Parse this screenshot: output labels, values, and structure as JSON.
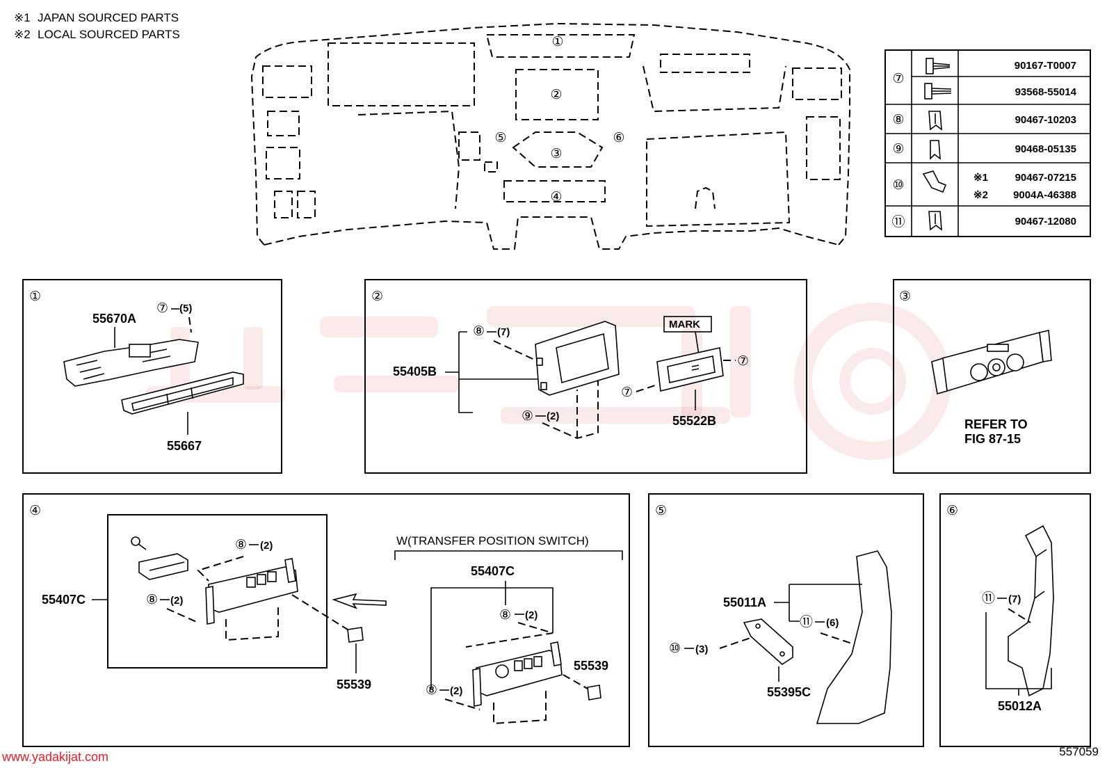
{
  "legend": [
    {
      "mark": "※1",
      "text": "JAPAN SOURCED PARTS"
    },
    {
      "mark": "※2",
      "text": "LOCAL SOURCED PARTS"
    }
  ],
  "overview_callouts": [
    "①",
    "②",
    "③",
    "④",
    "⑤",
    "⑥"
  ],
  "fastener_table": [
    {
      "ref": "⑦",
      "rows": [
        {
          "prefix": "",
          "part": "90167-T0007"
        },
        {
          "prefix": "",
          "part": "93568-55014"
        }
      ]
    },
    {
      "ref": "⑧",
      "rows": [
        {
          "prefix": "",
          "part": "90467-10203"
        }
      ]
    },
    {
      "ref": "⑨",
      "rows": [
        {
          "prefix": "",
          "part": "90468-05135"
        }
      ]
    },
    {
      "ref": "⑩",
      "rows": [
        {
          "prefix": "※1",
          "part": "90467-07215"
        },
        {
          "prefix": "※2",
          "part": "9004A-46388"
        }
      ]
    },
    {
      "ref": "⑪",
      "rows": [
        {
          "prefix": "",
          "part": "90467-12080"
        }
      ]
    }
  ],
  "panels": {
    "p1": {
      "num": "①",
      "part_a": "55670A",
      "part_b": "55667",
      "screw": "⑦",
      "screw_qty": "(5)"
    },
    "p2": {
      "num": "②",
      "part_a": "55405B",
      "part_b": "55522B",
      "mark_label": "MARK",
      "clip8": "⑧",
      "clip8_qty": "(7)",
      "clip9": "⑨",
      "clip9_qty": "(2)",
      "screw": "⑦"
    },
    "p3": {
      "num": "③",
      "refer_line1": "REFER TO",
      "refer_line2": "FIG 87-15"
    },
    "p4": {
      "num": "④",
      "part_a": "55407C",
      "part_b": "55539",
      "clip8": "⑧",
      "qty2": "(2)",
      "variant_label": "W(TRANSFER POSITION SWITCH)"
    },
    "p5": {
      "num": "⑤",
      "part_a": "55011A",
      "part_b": "55395C",
      "clip10": "⑩",
      "clip10_qty": "(3)",
      "clip11": "⑪",
      "clip11_qty": "(6)"
    },
    "p6": {
      "num": "⑥",
      "part_a": "55012A",
      "clip11": "⑪",
      "clip11_qty": "(7)"
    }
  },
  "footer": {
    "website": "www.yadakijat.com",
    "figure_id": "557059"
  },
  "colors": {
    "footer_link": "#e0202a",
    "watermark": "#e46a6a"
  }
}
